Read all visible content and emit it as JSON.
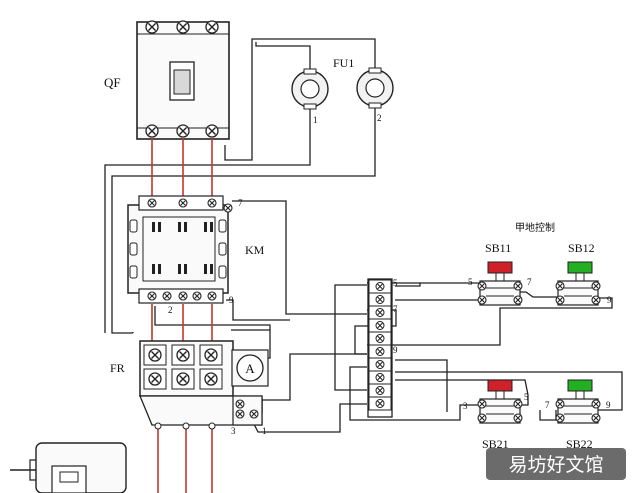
{
  "labels": {
    "qf": "QF",
    "fu1": "FU1",
    "km": "KM",
    "fr": "FR",
    "ammeter": "A",
    "title_local": "甲地控制",
    "sb11": "SB11",
    "sb12": "SB12",
    "sb21": "SB21",
    "sb22": "SB22",
    "watermark": "易坊好文馆"
  },
  "terminal_numbers": {
    "fu1_left": "1",
    "fu1_right": "2",
    "km_top": "7",
    "km_bottom_left": "2",
    "km_bottom_right": "9",
    "fr_left": "3",
    "fr_right": "1",
    "strip_5": "5",
    "strip_7": "7",
    "strip_9": "9",
    "sb11_left": "5",
    "sb11_right": "7",
    "sb12_right": "9",
    "sb21_left": "3",
    "sb21_right": "5",
    "sb22_left": "7",
    "sb22_right": "9"
  },
  "colors": {
    "wire": "#222222",
    "power_wire": "#c0392b",
    "stop_button": "#d0202a",
    "start_button": "#22b022",
    "watermark_bg": "#3a3a3a"
  }
}
